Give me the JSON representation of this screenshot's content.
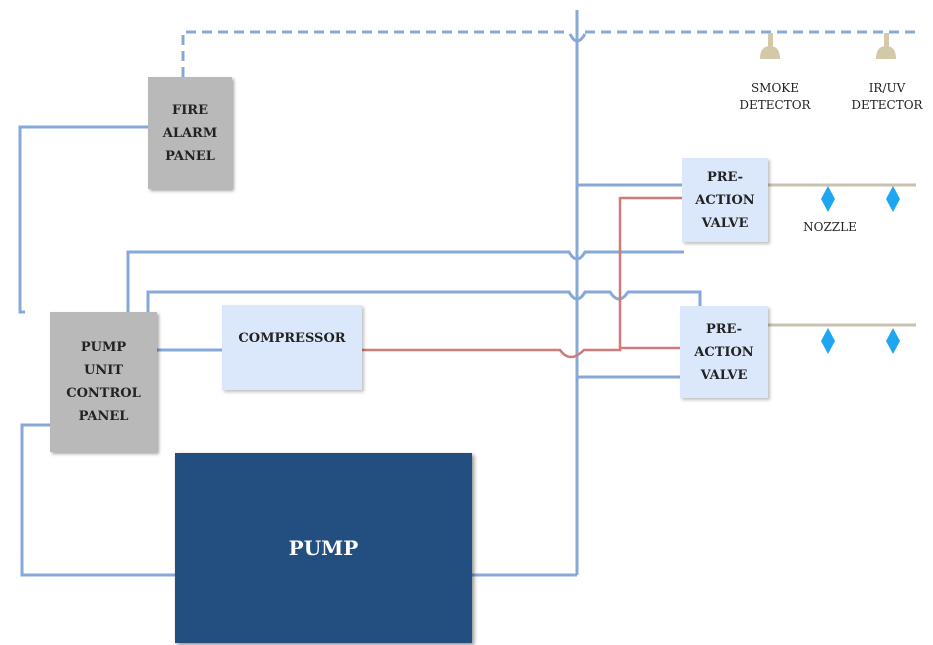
{
  "colors": {
    "water_pipe": "#87a9d9",
    "air_pipe": "#d07a7a",
    "nozzle_pipe": "#c8c2b2",
    "nozzle": "#1ea7f0",
    "panel": "#b9b9b9",
    "component": "#dbe8fb",
    "pump": "#234e80",
    "detector": "#d3c9a8"
  },
  "boxes": {
    "fire_alarm_panel": [
      "FIRE",
      "ALARM",
      "PANEL"
    ],
    "pump_unit_control_panel": [
      "PUMP",
      "UNIT",
      "CONTROL",
      "PANEL"
    ],
    "compressor": [
      "COMPRESSOR"
    ],
    "pre_action_valve_top": [
      "PRE-",
      "ACTION",
      "VALVE"
    ],
    "pre_action_valve_bottom": [
      "PRE-",
      "ACTION",
      "VALVE"
    ],
    "pump": [
      "PUMP"
    ]
  },
  "labels": {
    "smoke_detector": [
      "SMOKE",
      "DETECTOR"
    ],
    "ir_uv_detector": [
      "IR/UV",
      "DETECTOR"
    ],
    "nozzle": "NOZZLE"
  }
}
